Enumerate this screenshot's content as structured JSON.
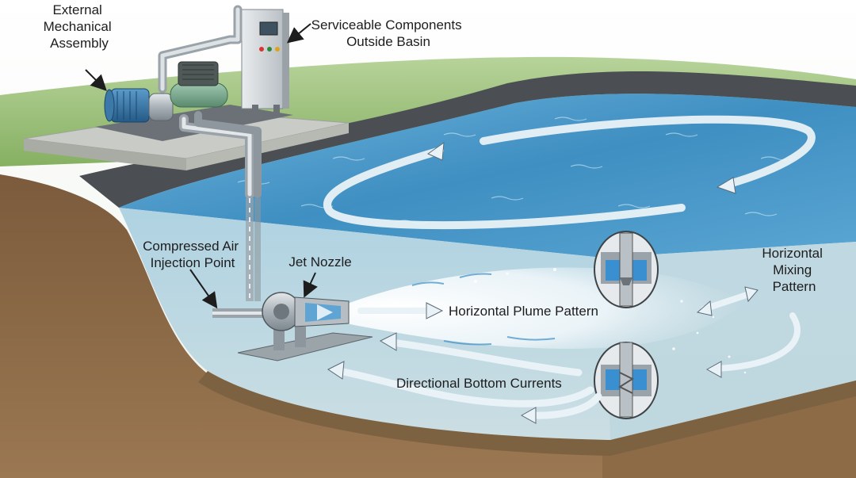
{
  "labels": {
    "external_assembly": [
      "External",
      "Mechanical",
      "Assembly"
    ],
    "serviceable": [
      "Serviceable Components",
      "Outside Basin"
    ],
    "compressed_air": [
      "Compressed Air",
      "Injection Point"
    ],
    "jet_nozzle": "Jet Nozzle",
    "plume": "Horizontal Plume Pattern",
    "mixing": [
      "Horizontal",
      "Mixing",
      "Pattern"
    ],
    "bottom_currents": "Directional Bottom Currents"
  },
  "colors": {
    "sky": "#f4f6f2",
    "grass": "#9cc27a",
    "soil": "#8a6a48",
    "liner": "#4b4e52",
    "water_surface": "#4f9fce",
    "water_deep": "#9cc3d6",
    "pump_blue": "#2f6fa0",
    "tank_green": "#6f9e82",
    "arrow_fill": "#dfe8ee",
    "arrow_stroke": "#5a6b78"
  },
  "icons": [
    "pump-motor-icon",
    "air-compressor-icon",
    "control-panel-icon",
    "jet-nozzle-icon",
    "nozzle-cutaway-icon"
  ]
}
